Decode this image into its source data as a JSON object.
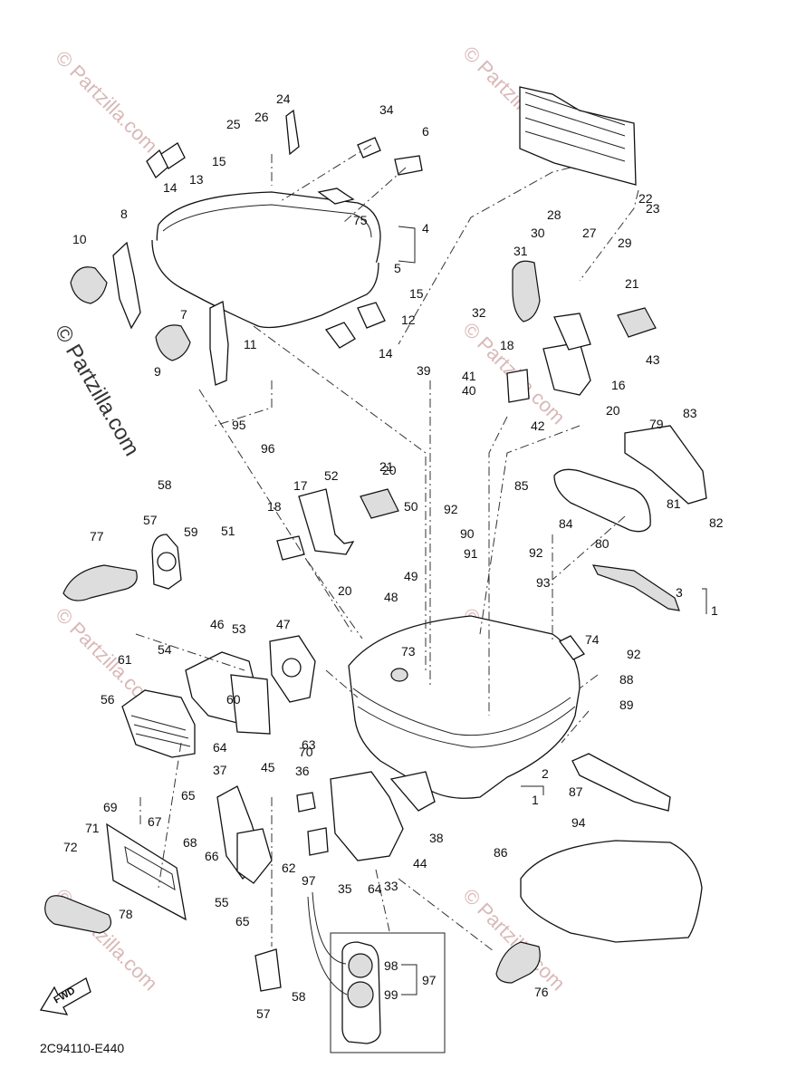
{
  "diagram": {
    "drawing_code": "2C94110-E440",
    "fwd_label": "FWD",
    "watermark_text": "© Partzilla.com",
    "callouts": [
      "1",
      "1",
      "2",
      "3",
      "4",
      "5",
      "6",
      "7",
      "8",
      "9",
      "10",
      "11",
      "12",
      "13",
      "14",
      "14",
      "15",
      "15",
      "16",
      "17",
      "18",
      "18",
      "20",
      "20",
      "20",
      "21",
      "21",
      "22",
      "23",
      "24",
      "25",
      "26",
      "27",
      "28",
      "29",
      "30",
      "31",
      "32",
      "33",
      "34",
      "35",
      "36",
      "37",
      "38",
      "39",
      "40",
      "41",
      "42",
      "43",
      "44",
      "45",
      "46",
      "47",
      "48",
      "49",
      "50",
      "51",
      "52",
      "53",
      "54",
      "55",
      "56",
      "57",
      "57",
      "58",
      "58",
      "59",
      "60",
      "61",
      "62",
      "63",
      "64",
      "64",
      "65",
      "65",
      "66",
      "67",
      "68",
      "69",
      "70",
      "71",
      "72",
      "73",
      "74",
      "75",
      "76",
      "77",
      "78",
      "79",
      "80",
      "81",
      "82",
      "83",
      "84",
      "85",
      "86",
      "87",
      "88",
      "89",
      "90",
      "91",
      "92",
      "92",
      "92",
      "93",
      "94",
      "95",
      "96",
      "97",
      "97",
      "98",
      "99"
    ]
  }
}
